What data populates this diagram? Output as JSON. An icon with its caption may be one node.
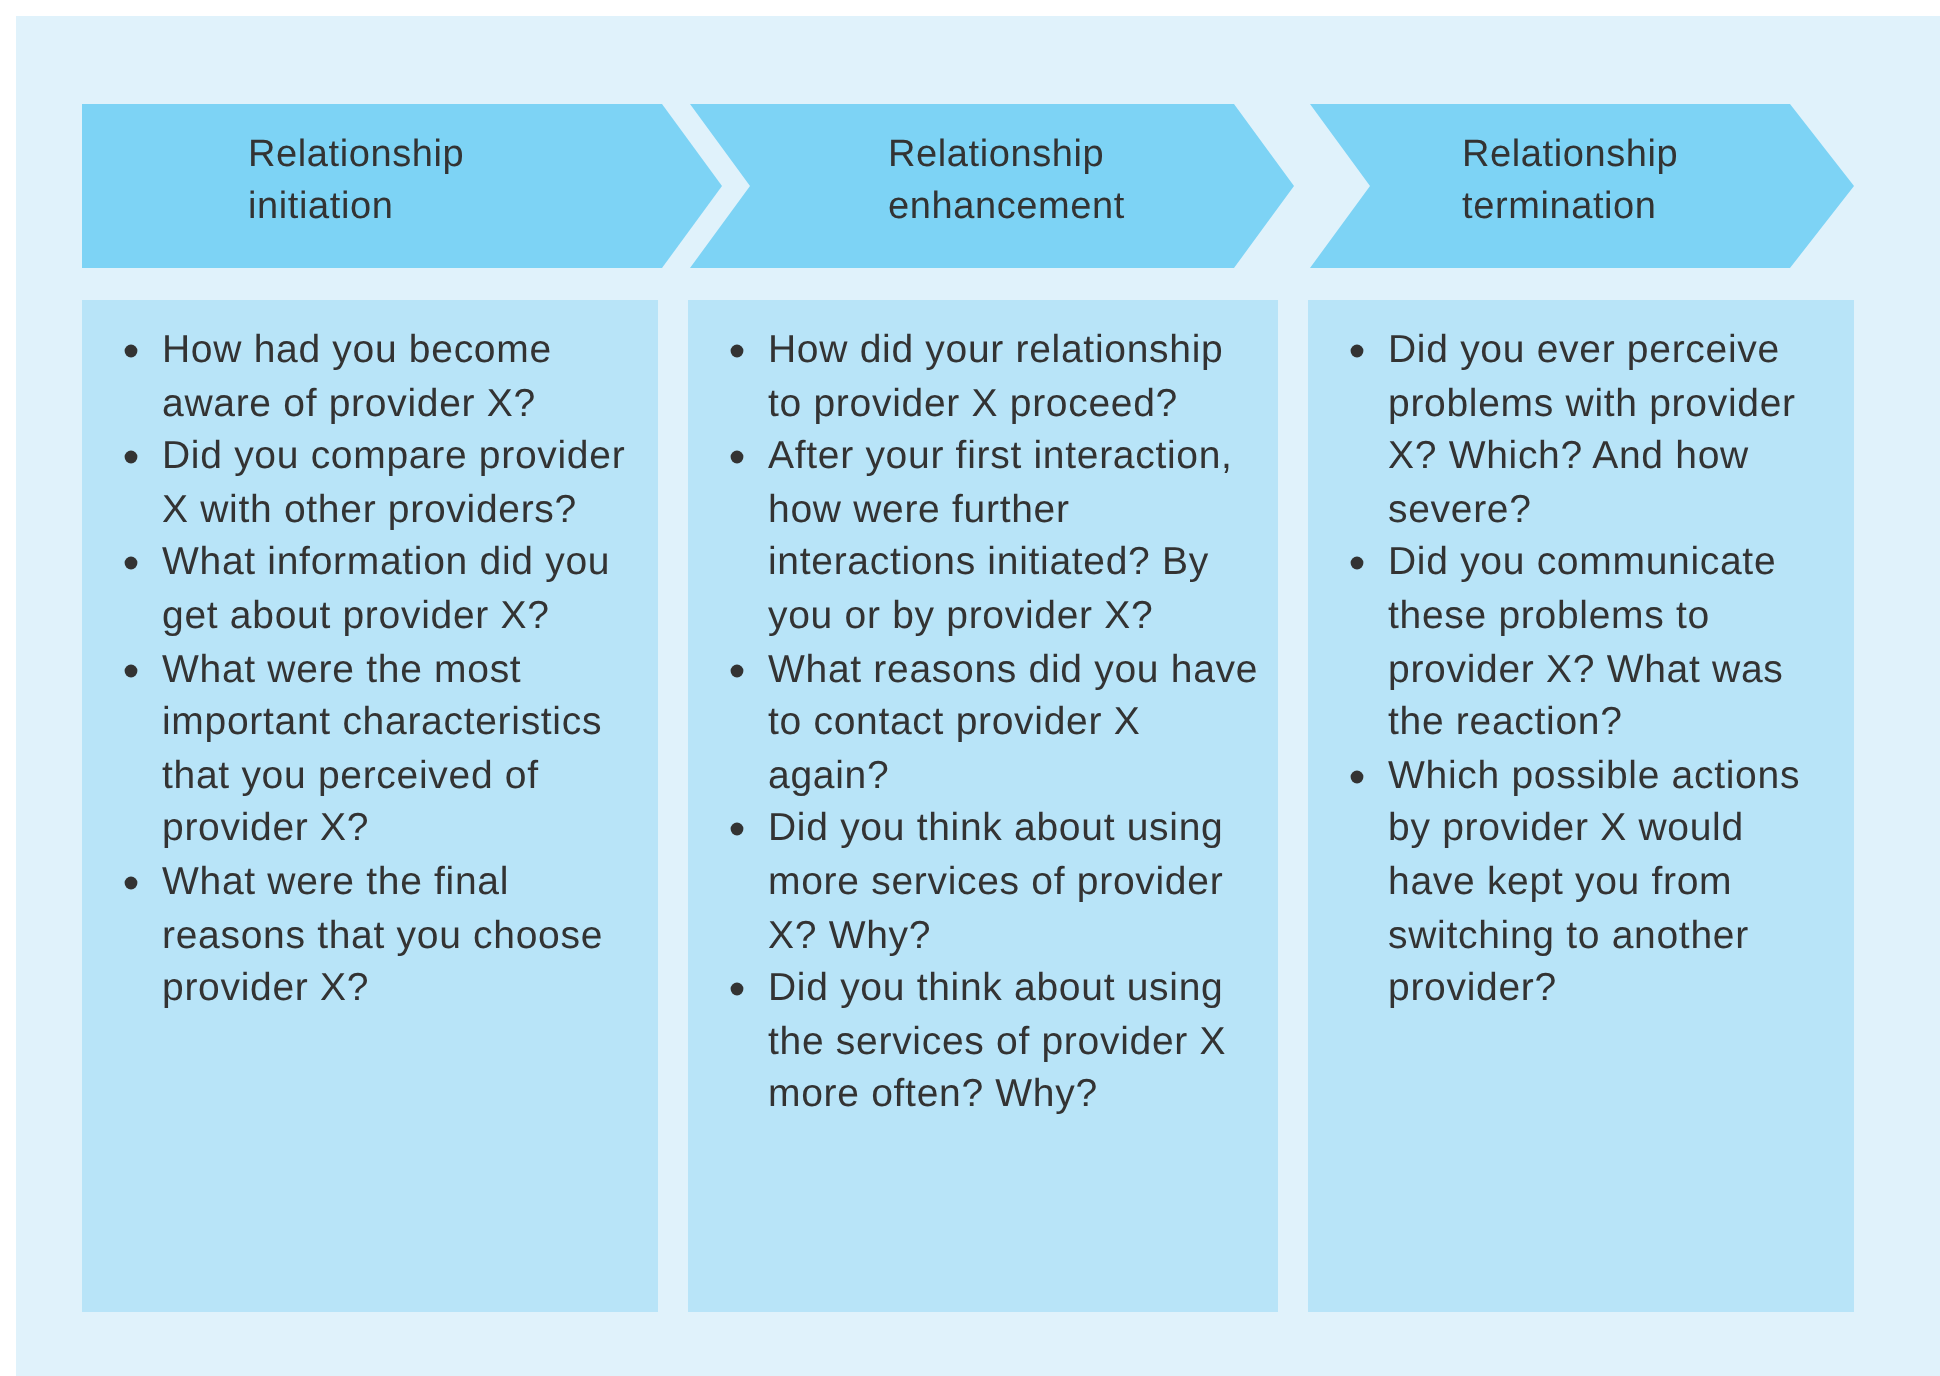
{
  "diagram": {
    "nodes": [
      {
        "text": [
          "Relationship initiation"
        ]
      },
      {
        "text": [
          "Relationship enhancement"
        ]
      },
      {
        "text": [
          "Relationship termination"
        ]
      },
      {
        "text": [
          "How had you become aware of provider X?",
          "Did you compare provider X with other providers?",
          "What information did you get about provider X?",
          "What were the most important characteristics that you perceived of provider X?",
          "What were the final reasons that you choose provider X?"
        ]
      },
      {
        "text": [
          "How did your relationship to provider X proceed?",
          "After your first interaction, how were further interactions initiated? By you or by provider X?",
          "What reasons did you have to contact provider X again?",
          "Did you think about using more services of provider X? Why?",
          "Did you think about using the services of provider X more often? Why?"
        ]
      },
      {
        "text": [
          "Did you ever perceive problems with provider X? Which? And how severe?",
          "Did you communicate these problems to provider X? What was the reaction?",
          "Which possible actions by provider X would have kept you from switching to another provider?"
        ]
      }
    ]
  }
}
